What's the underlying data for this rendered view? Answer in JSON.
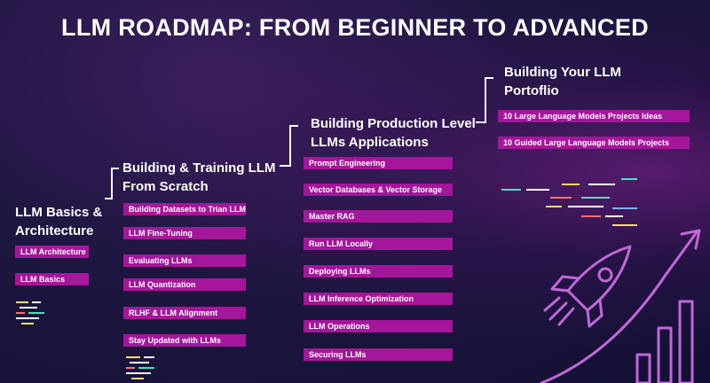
{
  "title": "LLM ROADMAP: FROM BEGINNER TO ADVANCED",
  "stages": [
    {
      "heading_lines": [
        "LLM Basics &",
        "Architecture"
      ],
      "items": [
        "LLM Architecture",
        "LLM Basics"
      ]
    },
    {
      "heading_lines": [
        "Building & Training LLM",
        "From Scratch"
      ],
      "items": [
        "Building Datasets to Trian LLMs",
        "LLM Fine-Tuning",
        "Evaluating LLMs",
        "LLM Quantization",
        "RLHF & LLM Alignment",
        "Stay Updated with LLMs"
      ]
    },
    {
      "heading_lines": [
        "Building Production Level",
        "LLMs Applications"
      ],
      "items": [
        "Prompt Engineering",
        "Vector Databases &  Vector Storage",
        "Master RAG",
        "Run LLM Locally",
        "Deploying LLMs",
        "LLM Inference Optimization",
        "LLM Operations",
        "Securing LLMs"
      ]
    },
    {
      "heading_lines": [
        "Building Your LLM",
        "Portoflio"
      ],
      "items": [
        "10 Large Language Models Projects Ideas",
        "10 Guided Large Language Models Projects"
      ]
    }
  ],
  "colors": {
    "pill": "#a5169a",
    "accent": "#d07ae0",
    "background": "#1e1640"
  },
  "icons": [
    "rocket-icon",
    "growth-arrow-icon"
  ]
}
